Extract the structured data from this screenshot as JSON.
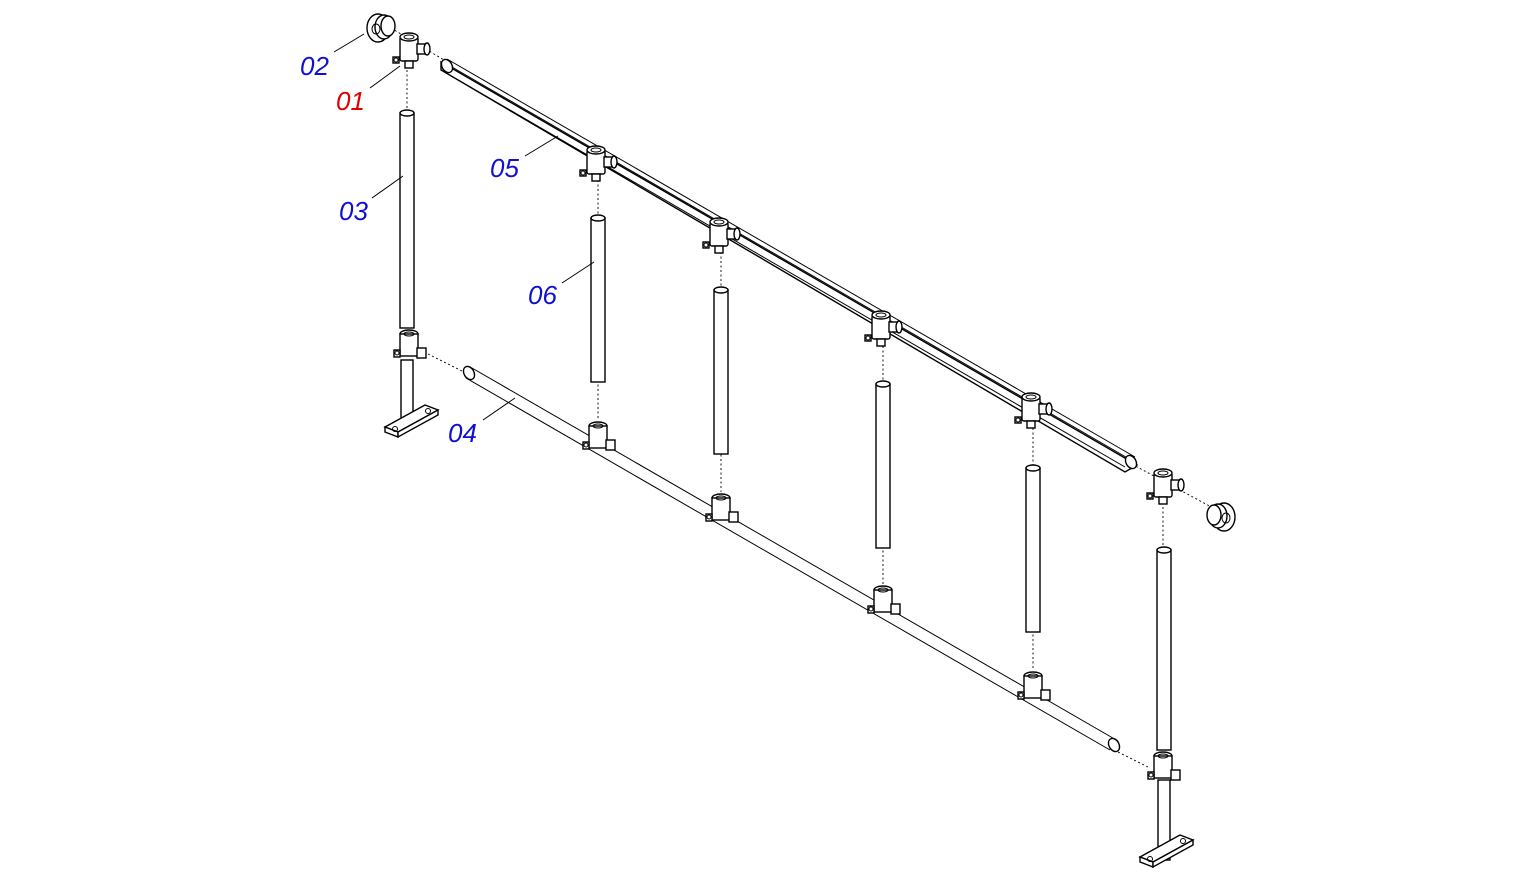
{
  "colors": {
    "line": "#000000",
    "background": "#ffffff",
    "callout_default": "#1010d0",
    "callout_highlight": "#e00000"
  },
  "callouts": [
    {
      "id": "01",
      "label": "01",
      "color": "#e00000"
    },
    {
      "id": "02",
      "label": "02",
      "color": "#1010d0"
    },
    {
      "id": "03",
      "label": "03",
      "color": "#1010d0"
    },
    {
      "id": "04",
      "label": "04",
      "color": "#1010d0"
    },
    {
      "id": "05",
      "label": "05",
      "color": "#1010d0"
    },
    {
      "id": "06",
      "label": "06",
      "color": "#1010d0"
    }
  ]
}
